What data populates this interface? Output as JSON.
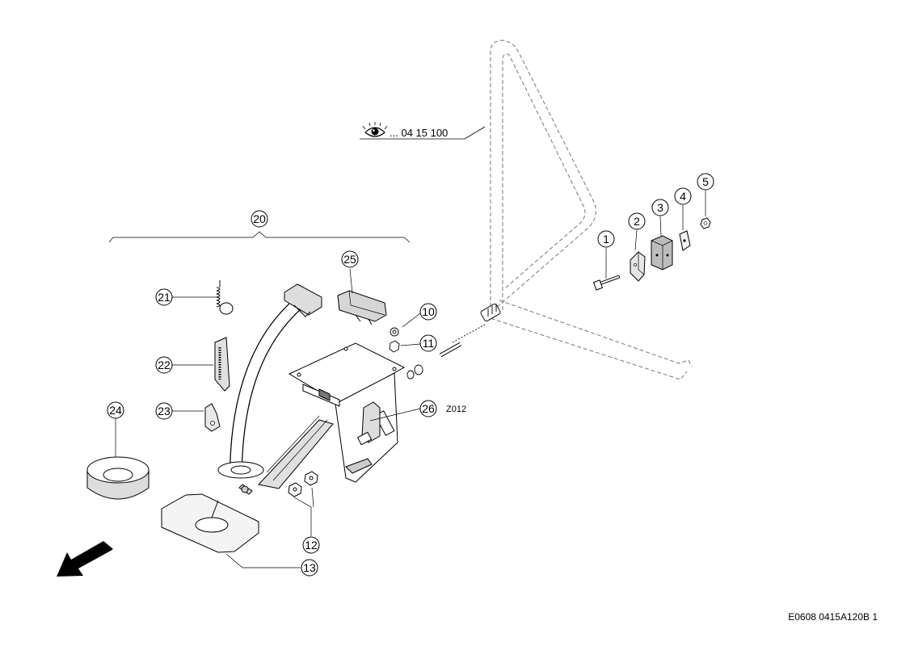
{
  "reference": {
    "text": "... 04 15 100",
    "icon": "eye-icon"
  },
  "group_label": "20",
  "callouts": {
    "c1": "1",
    "c2": "2",
    "c3": "3",
    "c4": "4",
    "c5": "5",
    "c10": "10",
    "c11": "11",
    "c12": "12",
    "c13": "13",
    "c21": "21",
    "c22": "22",
    "c23": "23",
    "c24": "24",
    "c25": "25",
    "c26": "26"
  },
  "part_code": "Z012",
  "footer": "E0608 0415A120B 1",
  "direction_icon": "front-arrow-icon"
}
